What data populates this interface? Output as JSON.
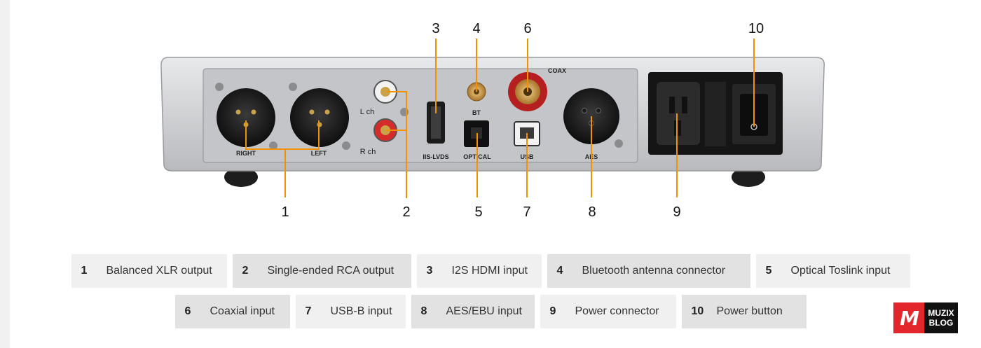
{
  "callouts": [
    "1",
    "2",
    "3",
    "4",
    "5",
    "6",
    "7",
    "8",
    "9",
    "10"
  ],
  "panel_labels": {
    "right": "RIGHT",
    "left": "LEFT",
    "lch": "L ch",
    "rch": "R ch",
    "bt": "BT",
    "coax": "COAX",
    "iis": "IIS-LVDS",
    "optical": "OPTICAL",
    "usb": "USB",
    "aes": "AES"
  },
  "legend": [
    {
      "num": "1",
      "label": "Balanced XLR output"
    },
    {
      "num": "2",
      "label": "Single-ended RCA output"
    },
    {
      "num": "3",
      "label": "I2S HDMI input"
    },
    {
      "num": "4",
      "label": "Bluetooth antenna connector"
    },
    {
      "num": "5",
      "label": "Optical Toslink input"
    },
    {
      "num": "6",
      "label": "Coaxial input"
    },
    {
      "num": "7",
      "label": "USB-B input"
    },
    {
      "num": "8",
      "label": "AES/EBU input"
    },
    {
      "num": "9",
      "label": "Power connector"
    },
    {
      "num": "10",
      "label": "Power button"
    }
  ],
  "brand": {
    "line1": "MUZIX",
    "line2": "BLOG"
  },
  "colors": {
    "callout_line": "#f39200",
    "chassis": "#d6d7d9",
    "panel": "#c9cacc"
  }
}
